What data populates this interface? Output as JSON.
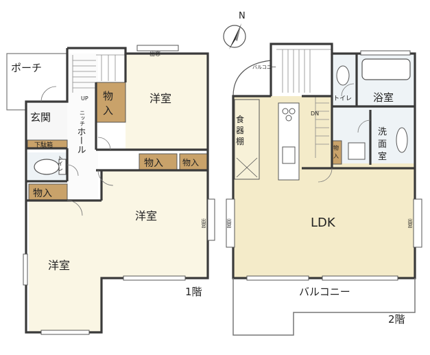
{
  "compass": {
    "north": "N"
  },
  "floor1": {
    "label": "1階",
    "porch": "ポーチ",
    "entrance": "玄関",
    "shoe_box": "下駄箱",
    "toilet": "トイレ",
    "hall": "ホール",
    "niche": "ニッチ",
    "up": "UP",
    "storage_top": [
      "物",
      "入"
    ],
    "storage_mid1": "物入",
    "storage_mid2": "物入",
    "storage_left": "物入",
    "room_top": "洋室",
    "room_mid": "洋室",
    "room_bottom": "洋室",
    "window_tag_top": "出窓",
    "window_tag_right": "出窓"
  },
  "floor2": {
    "label": "2階",
    "balcony_top": "バルコニー",
    "pantry": [
      "食",
      "器",
      "棚"
    ],
    "dn": "DN",
    "toilet": "トイレ",
    "bath": "浴室",
    "washroom": [
      "洗",
      "面",
      "室"
    ],
    "storage": [
      "物",
      "入"
    ],
    "ldk": "LDK",
    "balcony_bottom": "バルコニー",
    "window_tag_left": "出窓",
    "window_tag_right": "出窓"
  },
  "colors": {
    "room": "#faf6e4",
    "ldk": "#f4ebc9",
    "storage": "#c9a26a",
    "wall": "#3a3a3a",
    "shoe_box": "#c9a26a",
    "wet": "#eef3f6"
  }
}
